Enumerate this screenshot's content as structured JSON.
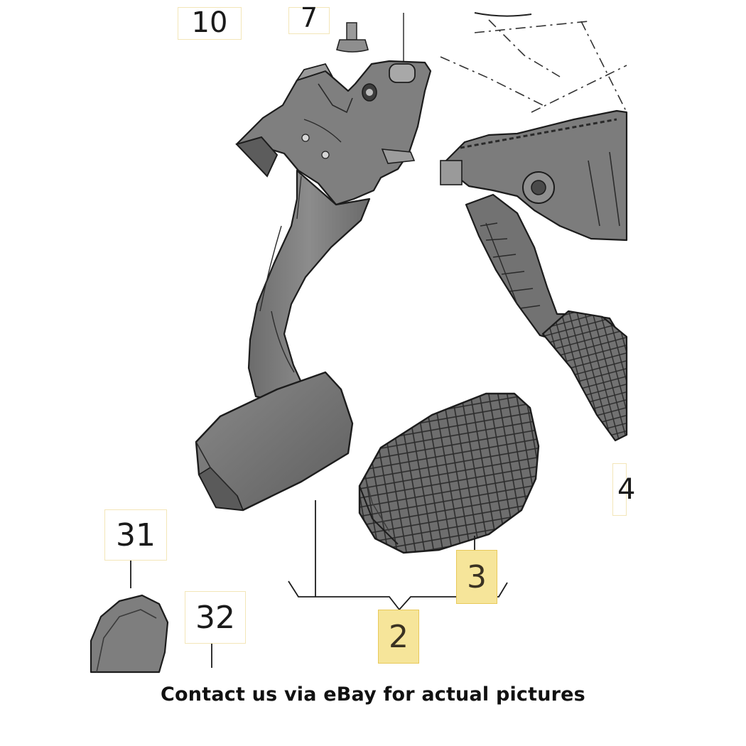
{
  "diagram": {
    "labels": {
      "part_10": "10",
      "part_7": "7",
      "part_31": "31",
      "part_32": "32",
      "part_2": "2",
      "part_3": "3",
      "part_4": "4"
    },
    "highlighted_parts": [
      "2",
      "3"
    ],
    "colors": {
      "highlight_fill": "#f6e59a",
      "highlight_border": "#e8c95a",
      "label_border": "#f3e6b8",
      "part_fill": "#7a7a7a",
      "part_dark": "#4a4a4a",
      "outline": "#1c1c1c"
    }
  },
  "caption": {
    "text": "Contact us via eBay for actual pictures"
  }
}
